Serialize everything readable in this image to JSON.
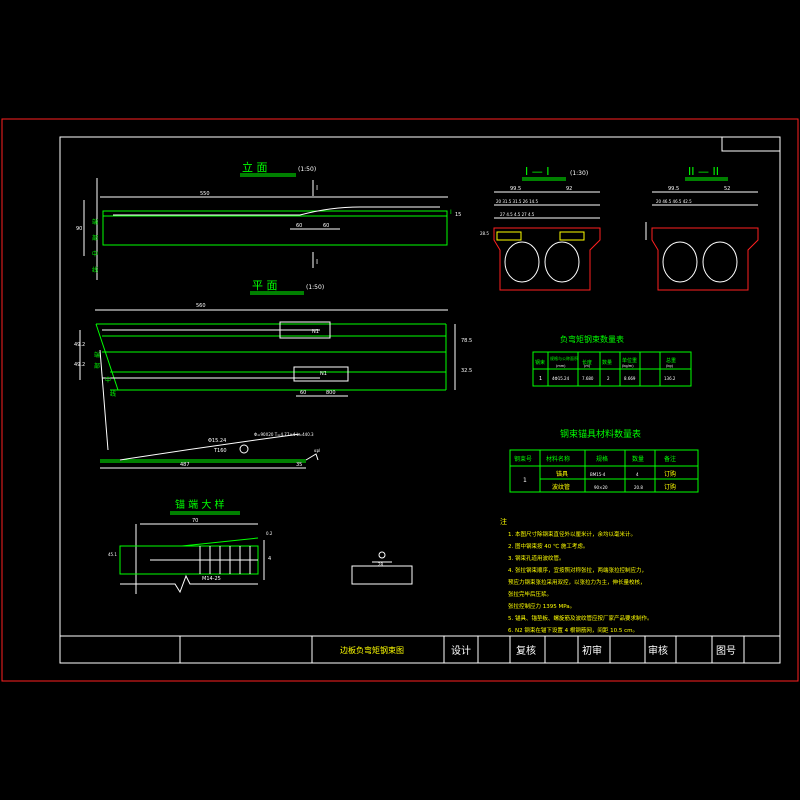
{
  "views": {
    "elevation_title": "立 面",
    "elevation_scale": "(1:50)",
    "plan_title": "平 面",
    "plan_scale": "(1:50)",
    "section1_title": "I — I",
    "section1_scale": "(1:30)",
    "section2_title": "II — II",
    "anchor_title": "锚 端 大 样",
    "section_mark": "I"
  },
  "dimensions": {
    "elev_top": "550",
    "elev_left": "90",
    "elev_a": "60",
    "elev_b": "60",
    "plan_top": "560",
    "plan_r1": "78.5",
    "plan_r2": "32.5",
    "plan_b1": "60",
    "plan_b2": "800",
    "strand_len": "487",
    "strand_end": "35",
    "strand_ann": "Φ15.24",
    "strand_ann2": "T160",
    "anchor_top": "70",
    "anchor_side": "4",
    "anchor_bot": "M14-25",
    "sec1_w1": "99.5",
    "sec1_w2": "92",
    "sec2_w1": "99.5",
    "sec2_w2": "52"
  },
  "table1": {
    "title": "负弯矩钢束数量表",
    "headers": [
      "钢束",
      "规格与公称面积",
      "长度",
      "数量",
      "单位重",
      "总重"
    ],
    "units": [
      "",
      "(mm)",
      "(m)",
      "",
      "(kg/m)",
      "(kg)"
    ],
    "row": [
      "1",
      "4Φ15.24",
      "7.680",
      "2",
      "8.669",
      "136.2"
    ]
  },
  "table2": {
    "title": "钢束锚具材料数量表",
    "headers": [
      "钢束号",
      "材料名称",
      "规格",
      "数量",
      "备注"
    ],
    "rows": [
      [
        "1",
        "锚具",
        "BM15-4",
        "4",
        "订购"
      ],
      [
        "",
        "波纹管",
        "90×20",
        "20.8",
        "订购"
      ]
    ]
  },
  "notes": {
    "title": "注",
    "lines": [
      "1. 本图尺寸除钢束直径外以厘米计，余均以毫米计。",
      "2. 图中钢束按 40 ℃ 施工考虑。",
      "3. 钢束孔道用波纹管。",
      "4. 张拉钢束顺序，宜按照对称张拉，两端张拉控制应力，",
      "   预应力钢束张拉采用双控，以张拉力为主，伸长量校核，",
      "   张拉完毕后压浆。",
      "   张拉控制应力 1395 MPa。",
      "5. 锚具、锚垫板、螺旋筋及波纹管应按厂家产品要求制作。",
      "6. N2 钢束在锚下设置 4 根钢筋网，间距 10.5 cm。"
    ]
  },
  "title_block": {
    "drawing_name": "边板负弯矩钢束图",
    "design": "设计",
    "review": "复核",
    "check": "初审",
    "approve": "审核",
    "drawing_no": "图号"
  }
}
